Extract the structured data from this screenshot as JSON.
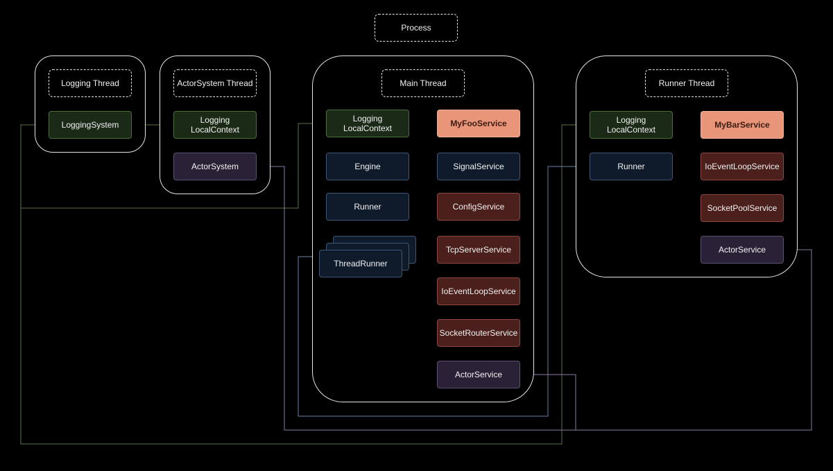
{
  "title": "Process",
  "colors": {
    "link_green": "#58744a",
    "link_blue": "#6b7fa6",
    "link_purple": "#8a7ba6"
  },
  "groups": {
    "logging_thread": {
      "label": "Logging Thread",
      "nodes": {
        "logging_system": "LoggingSystem"
      }
    },
    "actorsystem_thread": {
      "label": "ActorSystem Thread",
      "nodes": {
        "logging_local_context": "Logging\nLocalContext",
        "actor_system": "ActorSystem"
      }
    },
    "main_thread": {
      "label": "Main Thread",
      "nodes": {
        "logging_local_context": "Logging\nLocalContext",
        "engine": "Engine",
        "runner": "Runner",
        "thread_runner": "ThreadRunner",
        "my_foo_service": "MyFooService",
        "signal_service": "SignalService",
        "config_service": "ConfigService",
        "tcp_server_service": "TcpServerService",
        "io_event_loop_service": "IoEventLoopService",
        "socket_router_service": "SocketRouterService",
        "actor_service": "ActorService"
      }
    },
    "runner_thread": {
      "label": "Runner Thread",
      "nodes": {
        "logging_local_context": "Logging\nLocalContext",
        "runner": "Runner",
        "my_bar_service": "MyBarService",
        "io_event_loop_service": "IoEventLoopService",
        "socket_pool_service": "SocketPoolService",
        "actor_service": "ActorService"
      }
    }
  }
}
